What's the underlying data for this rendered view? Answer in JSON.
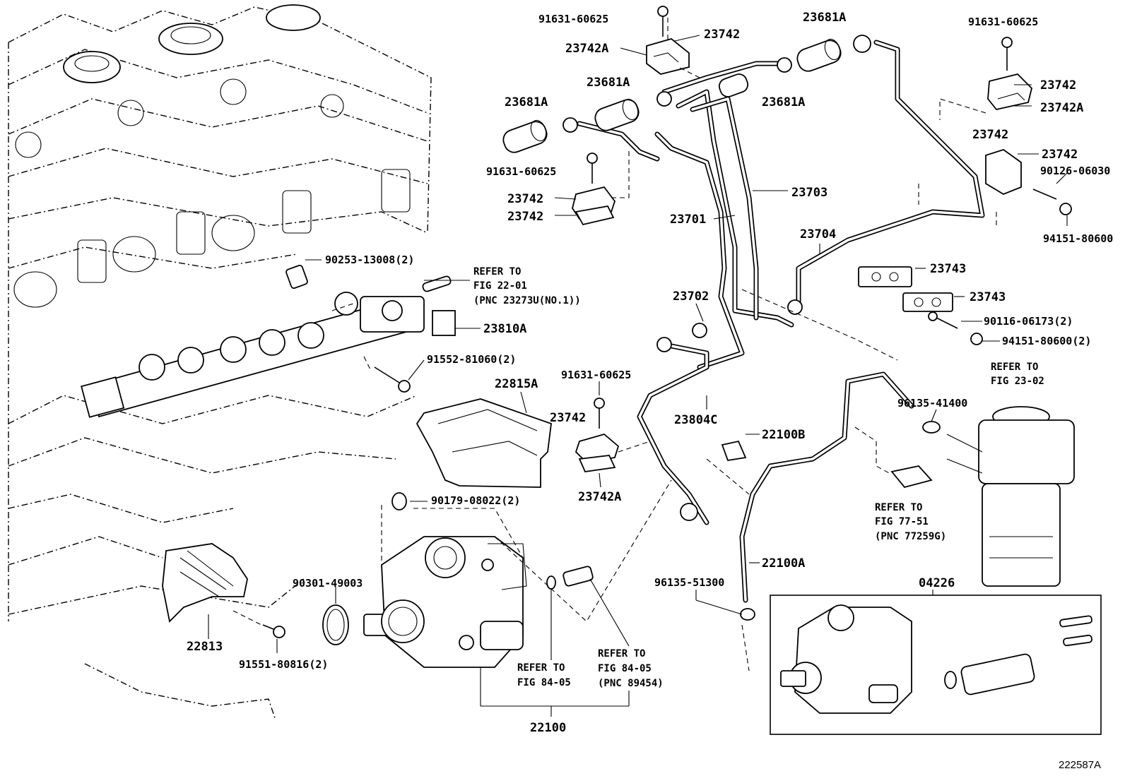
{
  "diagram_id": "222587A",
  "labels": {
    "l_91631_60625_top": "91631-60625",
    "l_23742_top": "23742",
    "l_23742A_top": "23742A",
    "l_23681A_top": "23681A",
    "l_91631_60625_right": "91631-60625",
    "l_23742_right1": "23742",
    "l_23742A_right": "23742A",
    "l_23742_right2": "23742",
    "l_23742_right3": "23742",
    "l_90126_06030": "90126-06030",
    "l_94151_80600": "94151-80600",
    "l_23681A_mid": "23681A",
    "l_23681A_left": "23681A",
    "l_23681A_right": "23681A",
    "l_91631_60625_left": "91631-60625",
    "l_23742_left1": "23742",
    "l_23742_left2": "23742",
    "l_23703": "23703",
    "l_23701": "23701",
    "l_23704": "23704",
    "l_23743_1": "23743",
    "l_23743_2": "23743",
    "l_90116_06173": "90116-06173(2)",
    "l_94151_80600_2": "94151-80600(2)",
    "l_23702": "23702",
    "l_90253_13008": "90253-13008(2)",
    "l_ref_22_01_a": "REFER TO",
    "l_ref_22_01_b": "FIG 22-01",
    "l_ref_22_01_c": "(PNC 23273U(NO.1))",
    "l_23810A": "23810A",
    "l_91552_81060": "91552-81060(2)",
    "l_ref_23_02_a": "REFER TO",
    "l_ref_23_02_b": "FIG 23-02",
    "l_96135_41400": "96135-41400",
    "l_22815A": "22815A",
    "l_91631_60625_mid": "91631-60625",
    "l_23742_mid": "23742",
    "l_23742A_mid": "23742A",
    "l_23804C": "23804C",
    "l_22100B": "22100B",
    "l_ref_77_51_a": "REFER TO",
    "l_ref_77_51_b": "FIG 77-51",
    "l_ref_77_51_c": "(PNC 77259G)",
    "l_90179_08022": "90179-08022(2)",
    "l_90301_49003": "90301-49003",
    "l_22100A": "22100A",
    "l_96135_51300": "96135-51300",
    "l_04226": "04226",
    "l_22813": "22813",
    "l_91551_80816": "91551-80816(2)",
    "l_ref_84_05a_a": "REFER TO",
    "l_ref_84_05a_b": "FIG 84-05",
    "l_ref_84_05b_a": "REFER TO",
    "l_ref_84_05b_b": "FIG 84-05",
    "l_ref_84_05b_c": "(PNC 89454)",
    "l_22100": "22100"
  }
}
